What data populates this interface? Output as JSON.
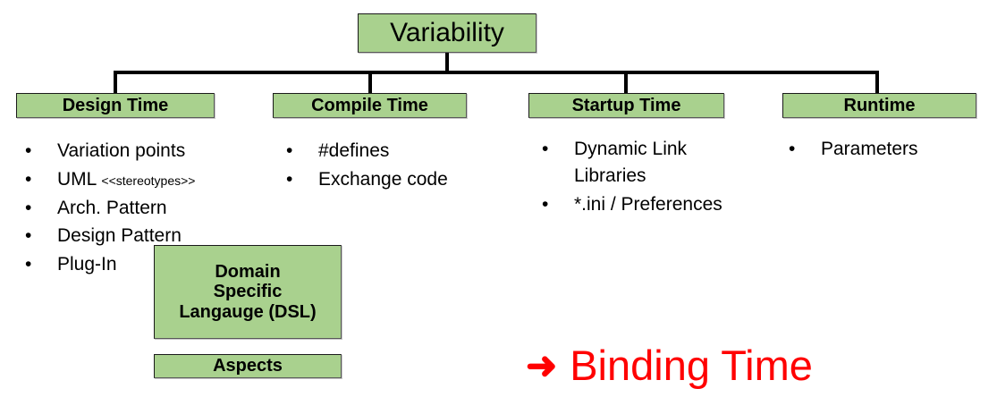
{
  "diagram": {
    "root": {
      "label": "Variability"
    },
    "categories": [
      {
        "id": "design-time",
        "label": "Design Time"
      },
      {
        "id": "compile-time",
        "label": "Compile Time"
      },
      {
        "id": "startup-time",
        "label": "Startup Time"
      },
      {
        "id": "runtime",
        "label": "Runtime"
      }
    ],
    "lists": {
      "design_time": {
        "items": [
          {
            "text": "Variation points"
          },
          {
            "text": "UML ",
            "suffix": "<<stereotypes>>"
          },
          {
            "text": "Arch. Pattern"
          },
          {
            "text": "Design Pattern"
          },
          {
            "text": "Plug-In"
          }
        ]
      },
      "compile_time": {
        "items": [
          {
            "text": "#defines"
          },
          {
            "text": "Exchange code"
          }
        ]
      },
      "startup_time": {
        "items": [
          {
            "text": "Dynamic Link Libraries"
          },
          {
            "text": "*.ini / Preferences"
          }
        ]
      },
      "runtime": {
        "items": [
          {
            "text": "Parameters"
          }
        ]
      }
    },
    "extra_boxes": {
      "dsl": {
        "line1": "Domain",
        "line2": "Specific",
        "line3": "Langauge (DSL)"
      },
      "aspects": {
        "label": "Aspects"
      }
    },
    "callout": {
      "arrow_icon": "right-arrow-icon",
      "arrow_glyph": "➜",
      "label": "Binding Time"
    },
    "colors": {
      "box_fill": "#A9D18E",
      "box_border": "#595959",
      "connector": "#000000",
      "callout": "#FF0000",
      "text": "#000000",
      "background": "#FFFFFF"
    }
  }
}
